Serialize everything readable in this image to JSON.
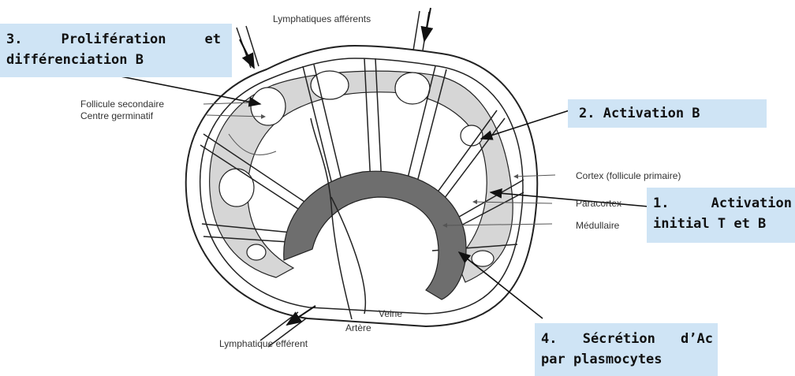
{
  "labels": {
    "afferent": "Lymphatiques afférents",
    "follicle_secondary": "Follicule secondaire",
    "germinal_center": "Centre germinatif",
    "cortex": "Cortex (follicule primaire)",
    "paracortex": "Paracortex",
    "medulla": "Médullaire",
    "vein": "Veine",
    "artery": "Artère",
    "efferent": "Lymphatique efférent"
  },
  "callouts": {
    "c3_a": "3.",
    "c3_b": "Prolifération",
    "c3_c": "et",
    "c3_line2": "différenciation B",
    "c2": "2. Activation B",
    "c1_a": "1.",
    "c1_b": "Activation",
    "c1_line2": "initial T et B",
    "c4_a": "4.",
    "c4_b": "Sécrétion",
    "c4_c": "d’Ac",
    "c4_line2": "par plasmocytes"
  },
  "colors": {
    "callout_bg": "#cfe4f5",
    "cortex_fill": "#d6d6d6",
    "medulla_fill": "#6e6e6e",
    "outline": "#222222"
  }
}
